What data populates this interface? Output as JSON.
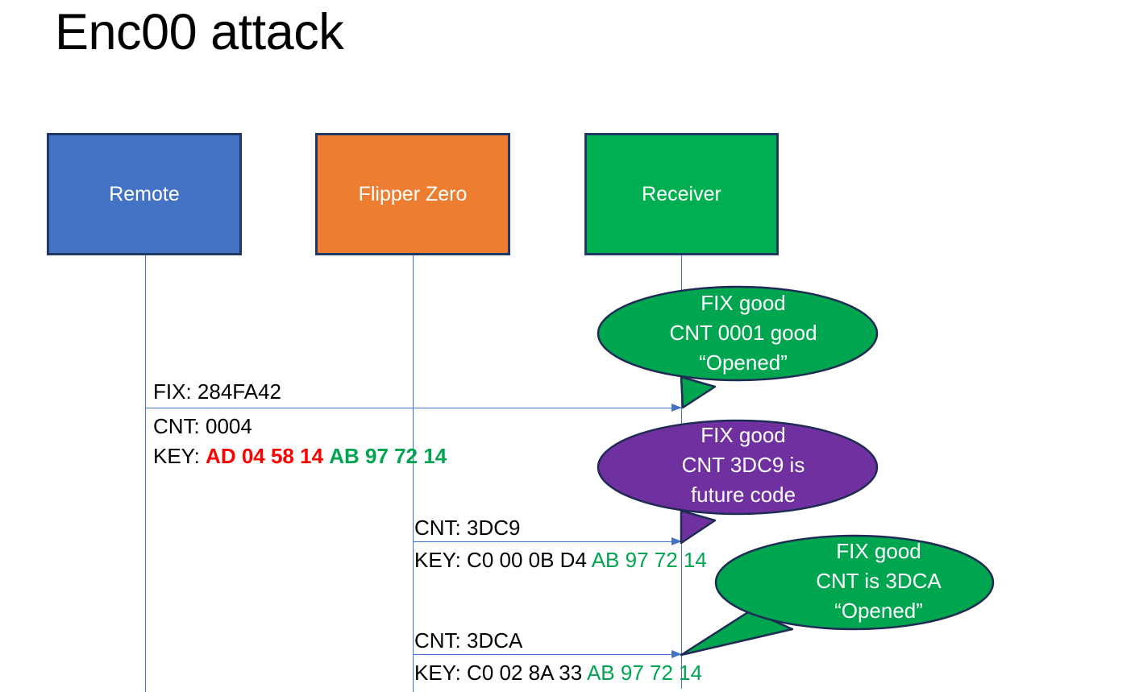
{
  "slide": {
    "title": "Enc00 attack"
  },
  "colors": {
    "remote": "#4472C4",
    "flipper": "#ED7D31",
    "receiver": "#00B050",
    "box_border": "#1F3864",
    "bubble_green": "#00A550",
    "bubble_purple": "#7030A0",
    "bubble_border": "#1F2B54",
    "lifeline": "#4472C4",
    "key_red": "#FF0000",
    "key_green": "#00A550",
    "text": "#000000"
  },
  "actors": [
    {
      "id": "remote",
      "label": "Remote"
    },
    {
      "id": "flipper",
      "label": "Flipper Zero"
    },
    {
      "id": "receiver",
      "label": "Receiver"
    }
  ],
  "messages": [
    {
      "id": "msg1",
      "from": "remote",
      "to": "receiver",
      "above_label": "FIX: 284FA42",
      "below_line1": "CNT: 0004",
      "below_line2_prefix": "KEY: ",
      "below_line2_red": "AD 04 58 14",
      "below_line2_green": "AB 97 72 14"
    },
    {
      "id": "msg2",
      "from": "flipper",
      "to": "receiver",
      "above_label": "CNT: 3DC9",
      "below_line1_prefix": "KEY: C0 00 0B D4 ",
      "below_line1_green": "AB 97 72 14"
    },
    {
      "id": "msg3",
      "from": "flipper",
      "to": "receiver",
      "above_label": "CNT: 3DCA",
      "below_line1_prefix": "KEY: C0 02 8A 33 ",
      "below_line1_green": "AB 97 72 14"
    }
  ],
  "callouts": [
    {
      "id": "callout-1",
      "color": "green",
      "line1": "FIX good",
      "line2": "CNT 0001 good",
      "line3": "“Opened”"
    },
    {
      "id": "callout-2",
      "color": "purple",
      "line1": "FIX good",
      "line2": "CNT 3DC9 is",
      "line3": "future code"
    },
    {
      "id": "callout-3",
      "color": "green",
      "line1": "FIX good",
      "line2": "CNT is 3DCA",
      "line3": "“Opened”"
    }
  ]
}
